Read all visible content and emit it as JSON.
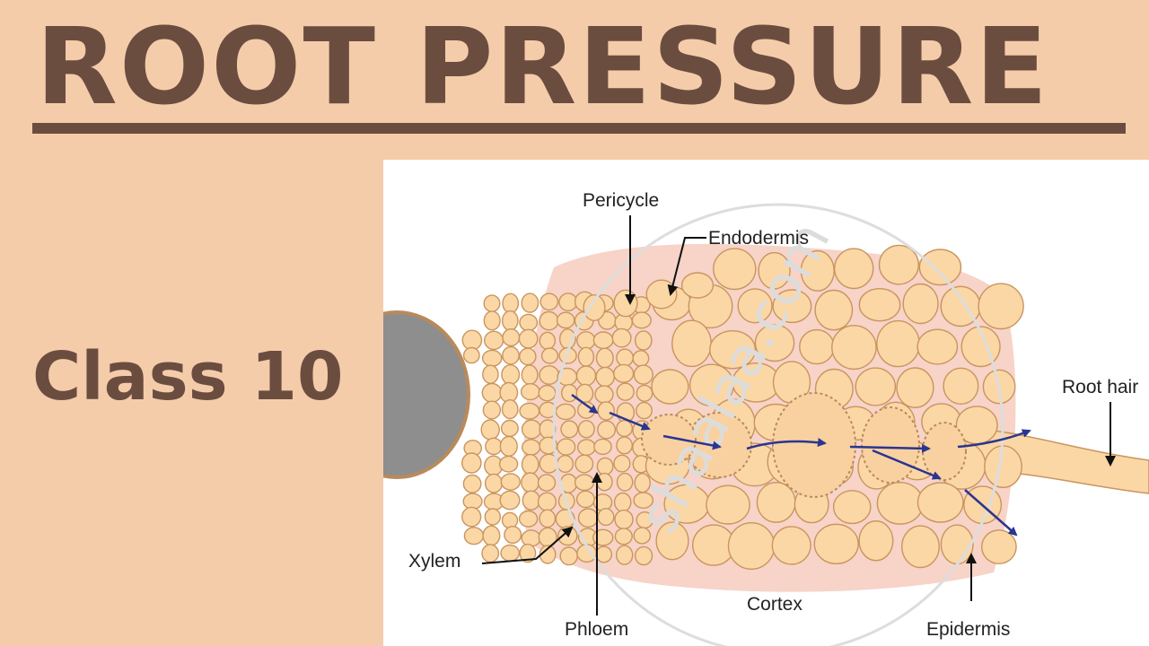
{
  "title": "ROOT PRESSURE",
  "subtitle": "Class 10",
  "diagram": {
    "watermark": "shaalaa.com",
    "labels": {
      "pericycle": "Pericycle",
      "endodermis": "Endodermis",
      "root_hair": "Root hair",
      "xylem": "Xylem",
      "phloem": "Phloem",
      "cortex": "Cortex",
      "epidermis": "Epidermis"
    }
  },
  "colors": {
    "background": "#f5ccaa",
    "text": "#6b4d40",
    "cell_fill": "#fbd7a6",
    "cell_stroke": "#c9955e",
    "cortex_bg": "#f7d3c8",
    "xylem_vessel": "#8e8e8e",
    "arrow": "#2a3590"
  }
}
